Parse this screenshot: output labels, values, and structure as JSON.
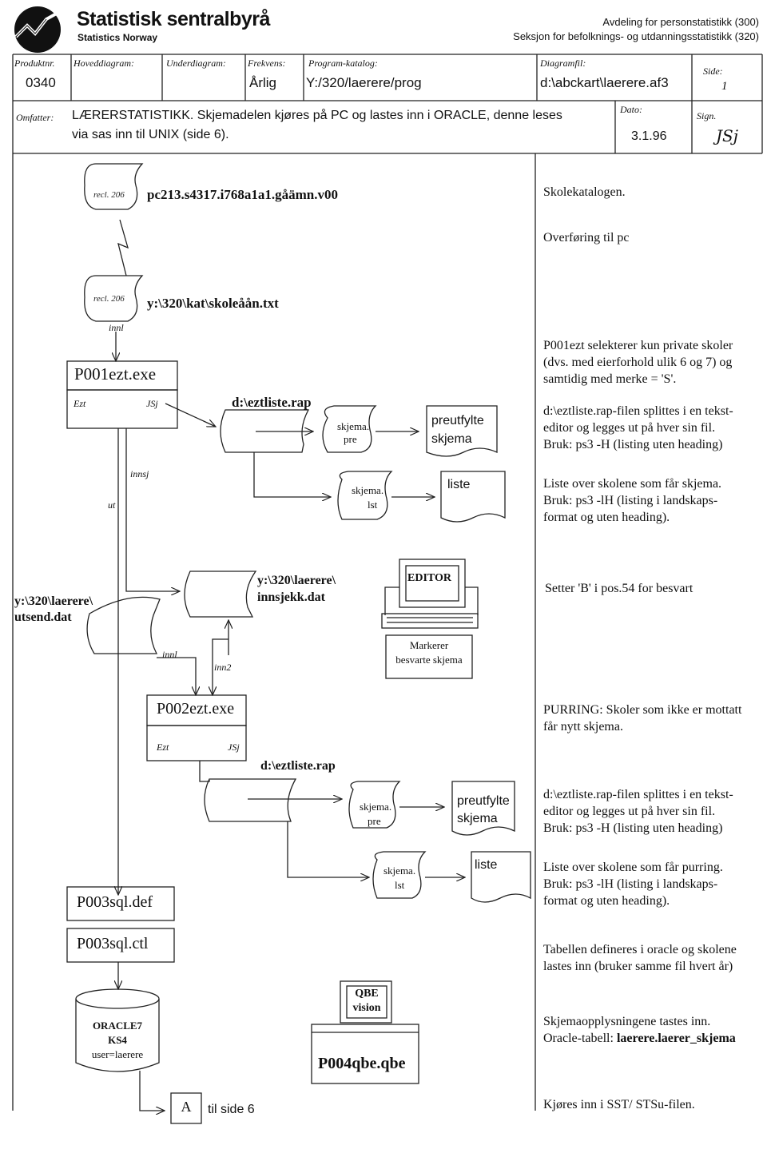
{
  "org": {
    "name": "Statistisk sentralbyrå",
    "name_en": "Statistics Norway",
    "dept1": "Avdeling for personstatistikk (300)",
    "dept2": "Seksjon for befolknings- og utdanningsstatistikk (320)"
  },
  "header": {
    "produktnr_label": "Produktnr.",
    "produktnr": "0340",
    "hoveddiagram_label": "Hoveddiagram:",
    "underdiagram_label": "Underdiagram:",
    "frekvens_label": "Frekvens:",
    "frekvens": "Årlig",
    "programkatalog_label": "Program-katalog:",
    "programkatalog": "Y:/320/laerere/prog",
    "diagramfil_label": "Diagramfil:",
    "diagramfil": "d:\\abckart\\laerere.af3",
    "side_label": "Side:",
    "side": "1",
    "omfatter_label": "Omfatter:",
    "omfatter_line1": "LÆRERSTATISTIKK. Skjemadelen kjøres på PC og lastes inn i ORACLE, denne leses",
    "omfatter_line2": "via sas inn til UNIX (side 6).",
    "dato_label": "Dato:",
    "dato": "3.1.96",
    "sign_label": "Sign.",
    "sign": "JSj"
  },
  "diagram": {
    "file1_rec": "recl. 206",
    "file1_name": "pc213.s4317.i768a1a1.gåämn.v00",
    "file2_rec": "recl. 206",
    "file2_name": "y:\\320\\kat\\skoleåån.txt",
    "innl_label": "innl",
    "prog1": "P001ezt.exe",
    "prog1_ezt": "Ezt",
    "prog1_jsj": "JSj",
    "rap1": "d:\\eztliste.rap",
    "skjema_pre1_a": "skjema.",
    "skjema_pre1_b": "pre",
    "preutfylt1_a": "preutfylte",
    "preutfylt1_b": "skjema",
    "innsj_label": "innsj",
    "ut_label": "ut",
    "skjema_lst1_a": "skjema.",
    "skjema_lst1_b": "lst",
    "liste1": "liste",
    "utsend_a": "y:\\320\\laerere\\",
    "utsend_b": "utsend.dat",
    "innsjekk_a": "y:\\320\\laerere\\",
    "innsjekk_b": "innsjekk.dat",
    "editor": "EDITOR",
    "markerer_a": "Markerer",
    "markerer_b": "besvarte skjema",
    "innl2_label": "innl",
    "inn2_label": "inn2",
    "prog2": "P002ezt.exe",
    "prog2_ezt": "Ezt",
    "prog2_jsj": "JSj",
    "rap2": "d:\\eztliste.rap",
    "skjema_pre2_a": "skjema.",
    "skjema_pre2_b": "pre",
    "preutfylt2_a": "preutfylte",
    "preutfylt2_b": "skjema",
    "skjema_lst2_a": "skjema.",
    "skjema_lst2_b": "lst",
    "liste2": "liste",
    "sqldef": "P003sql.def",
    "sqlctl": "P003sql.ctl",
    "oracle_a": "ORACLE7",
    "oracle_b": "KS4",
    "oracle_c": "user=laerere",
    "qbe_a": "QBE",
    "qbe_b": "vision",
    "qbe_prog": "P004qbe.qbe",
    "connector": "A",
    "til_side": "til side 6"
  },
  "notes": {
    "n1": "Skolekatalogen.",
    "n2": "Overføring til pc",
    "n3_1": "P001ezt selekterer kun private skoler",
    "n3_2": "(dvs. med eierforhold ulik 6 og 7) og",
    "n3_3": "samtidig med merke = 'S'.",
    "n4_1": "d:\\eztliste.rap-filen splittes i en tekst-",
    "n4_2": "editor og legges ut på hver sin fil.",
    "n4_3": "Bruk: ps3 -H (listing uten heading)",
    "n5_1": "Liste over skolene som får skjema.",
    "n5_2": "Bruk: ps3 -lH (listing i landskaps-",
    "n5_3": "format og uten heading).",
    "n6": "Setter 'B' i pos.54 for besvart",
    "n7_1": "PURRING: Skoler som ikke er mottatt",
    "n7_2": "får nytt skjema.",
    "n8_1": "d:\\eztliste.rap-filen splittes i en tekst-",
    "n8_2": "editor og legges ut på hver sin fil.",
    "n8_3": "Bruk: ps3 -H (listing uten heading)",
    "n9_1": "Liste over skolene som får purring.",
    "n9_2": "Bruk: ps3 -lH (listing i landskaps-",
    "n9_3": "format og uten heading).",
    "n10_1": "Tabellen defineres i oracle og skolene",
    "n10_2": "lastes inn (bruker samme fil hvert år)",
    "n11_1": "Skjemaopplysningene tastes inn.",
    "n11_2": "Oracle-tabell: ",
    "n11_3": "laerere.laerer_skjema",
    "n12": "Kjøres inn i SST/ STSu-filen."
  }
}
